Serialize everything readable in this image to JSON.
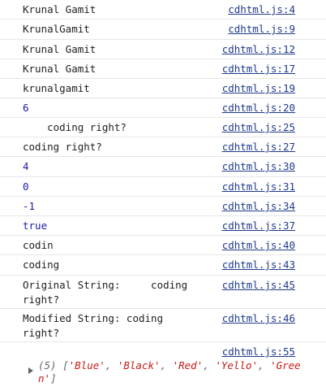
{
  "console": {
    "rows": [
      {
        "text": "Krunal Gamit",
        "source": "cdhtml.js:4",
        "kind": "str"
      },
      {
        "text": "KrunalGamit",
        "source": "cdhtml.js:9",
        "kind": "str"
      },
      {
        "text": "Krunal Gamit",
        "source": "cdhtml.js:12",
        "kind": "str"
      },
      {
        "text": "Krunal Gamit",
        "source": "cdhtml.js:17",
        "kind": "str"
      },
      {
        "text": "krunalgamit",
        "source": "cdhtml.js:19",
        "kind": "str"
      },
      {
        "text": "6",
        "source": "cdhtml.js:20",
        "kind": "num"
      },
      {
        "text": "    coding right?",
        "source": "cdhtml.js:25",
        "kind": "str"
      },
      {
        "text": "coding right?",
        "source": "cdhtml.js:27",
        "kind": "str"
      },
      {
        "text": "4",
        "source": "cdhtml.js:30",
        "kind": "num"
      },
      {
        "text": "0",
        "source": "cdhtml.js:31",
        "kind": "num"
      },
      {
        "text": "-1",
        "source": "cdhtml.js:34",
        "kind": "num"
      },
      {
        "text": "true",
        "source": "cdhtml.js:37",
        "kind": "kw"
      },
      {
        "text": "codin",
        "source": "cdhtml.js:40",
        "kind": "str"
      },
      {
        "text": "coding",
        "source": "cdhtml.js:43",
        "kind": "str"
      },
      {
        "text": "Original String:     coding\nright?",
        "source": "cdhtml.js:45",
        "kind": "str"
      },
      {
        "text": "Modified String: coding\nright?",
        "source": "cdhtml.js:46",
        "kind": "str"
      }
    ],
    "last": {
      "source": "cdhtml.js:55",
      "array_prefix": "(5) ['",
      "items": [
        "Blue",
        "Black",
        "Red",
        "Yello",
        "G\nreen"
      ]
    }
  }
}
